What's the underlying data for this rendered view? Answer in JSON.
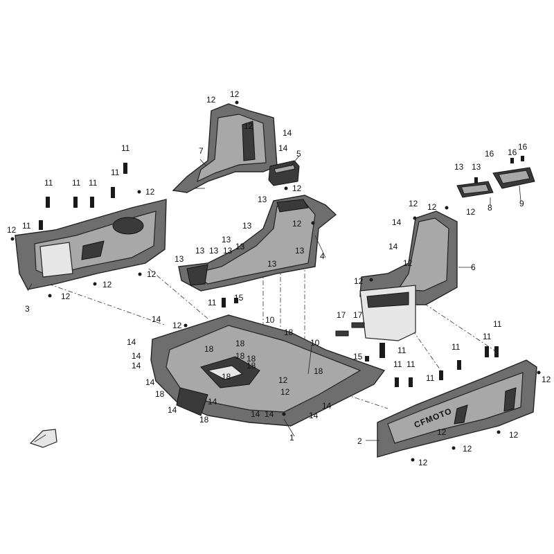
{
  "diagram": {
    "brand_text": "CFMOTO",
    "callouts": {
      "c12_a": "12",
      "c12_b": "12",
      "c12_c": "12",
      "c12_d": "12",
      "c12_e": "12",
      "c12_f": "12",
      "c12_g": "12",
      "c12_h": "12",
      "c12_i": "12",
      "c12_j": "12",
      "c12_k": "12",
      "c12_l": "12",
      "c12_m": "12",
      "c12_n": "12",
      "c12_o": "12",
      "c12_p": "12",
      "c12_q": "12",
      "c12_r": "12",
      "c12_s": "12",
      "c12_t": "12",
      "c12_u": "12",
      "c12_v": "12",
      "c12_w": "12",
      "c11_a": "11",
      "c11_b": "11",
      "c11_c": "11",
      "c11_d": "11",
      "c11_e": "11",
      "c11_f": "11",
      "c11_g": "11",
      "c11_h": "11",
      "c11_i": "11",
      "c11_j": "11",
      "c11_k": "11",
      "c11_l": "11",
      "c11_m": "11",
      "c11_n": "11",
      "c13_a": "13",
      "c13_b": "13",
      "c13_c": "13",
      "c13_d": "13",
      "c13_e": "13",
      "c13_f": "13",
      "c13_g": "13",
      "c13_h": "13",
      "c13_i": "13",
      "c13_j": "13",
      "c13_k": "13",
      "c14_a": "14",
      "c14_b": "14",
      "c14_c": "14",
      "c14_d": "14",
      "c14_e": "14",
      "c14_f": "14",
      "c14_g": "14",
      "c14_h": "14",
      "c14_i": "14",
      "c14_j": "14",
      "c14_k": "14",
      "c14_l": "14",
      "c14_m": "14",
      "c14_n": "14",
      "c14_o": "14",
      "c15_a": "15",
      "c15_b": "15",
      "c16_a": "16",
      "c16_b": "16",
      "c16_c": "16",
      "c17_a": "17",
      "c17_b": "17",
      "c18_a": "18",
      "c18_b": "18",
      "c18_c": "18",
      "c18_d": "18",
      "c18_e": "18",
      "c18_f": "18",
      "c18_g": "18",
      "c18_h": "18",
      "c18_i": "18",
      "c18_j": "18",
      "c10_a": "10",
      "c10_b": "10",
      "p1": "1",
      "p2": "2",
      "p3": "3",
      "p4": "4",
      "p5": "5",
      "p6": "6",
      "p7": "7",
      "p8": "8",
      "p9": "9"
    }
  }
}
